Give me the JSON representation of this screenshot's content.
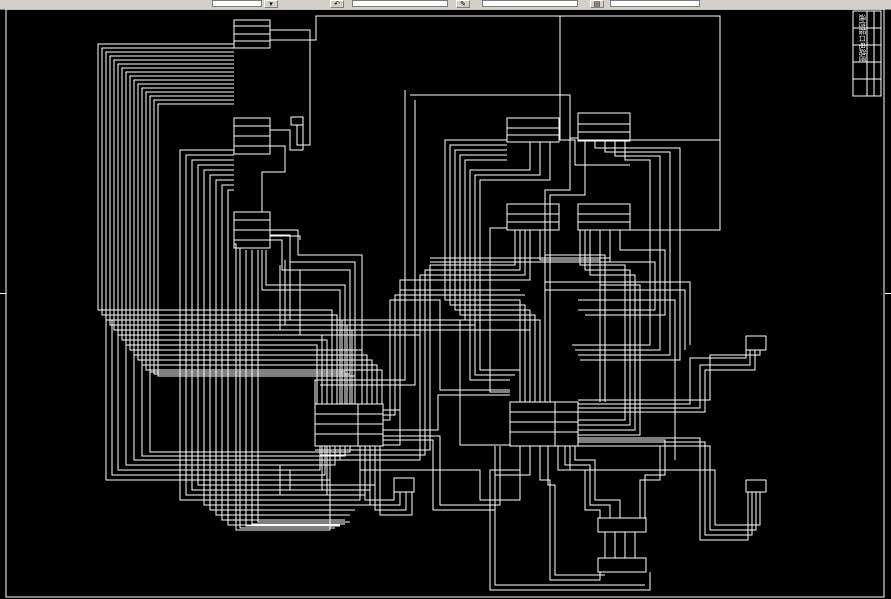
{
  "app": {
    "toolbar": {
      "fields": [
        {
          "name": "layer-dropdown",
          "value": ""
        },
        {
          "name": "linetype-dropdown",
          "value": ""
        },
        {
          "name": "lineweight-dropdown",
          "value": ""
        },
        {
          "name": "plotstyle-dropdown",
          "value": ""
        }
      ],
      "icons": [
        "undo-icon",
        "match-properties-icon",
        "layer-manager-icon"
      ]
    },
    "drawing": {
      "background": "#000000",
      "line_color": "#ffffff",
      "title_block_text": "通信接口电路图"
    }
  }
}
